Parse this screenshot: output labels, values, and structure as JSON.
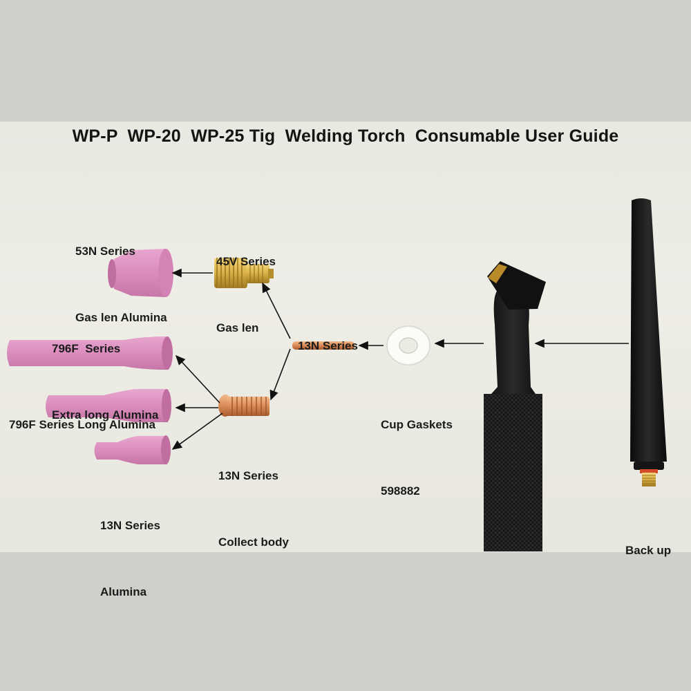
{
  "title": "WP-P  WP-20  WP-25 Tig  Welding Torch  Consumable User Guide",
  "labels": {
    "gas_len_alumina": [
      "53N Series",
      "Gas len Alumina"
    ],
    "gas_len": [
      "45V Series",
      "Gas len"
    ],
    "extra_long_alumina": [
      "796F  Series",
      "Extra long Alumina"
    ],
    "long_alumina": [
      "796F Series Long Alumina"
    ],
    "collet": [
      "13N Series"
    ],
    "cup_gaskets": [
      "Cup Gaskets",
      "598882"
    ],
    "collet_body": [
      "13N Series",
      "Collect body"
    ],
    "alumina": [
      "13N Series",
      "Alumina"
    ],
    "back_cap": [
      "Back up"
    ]
  },
  "colors": {
    "alumina_pink": "#dc8fbf",
    "brass": "#d8b046",
    "copper": "#d98a55",
    "torch_black": "#141414",
    "background": "#ecebe4"
  }
}
